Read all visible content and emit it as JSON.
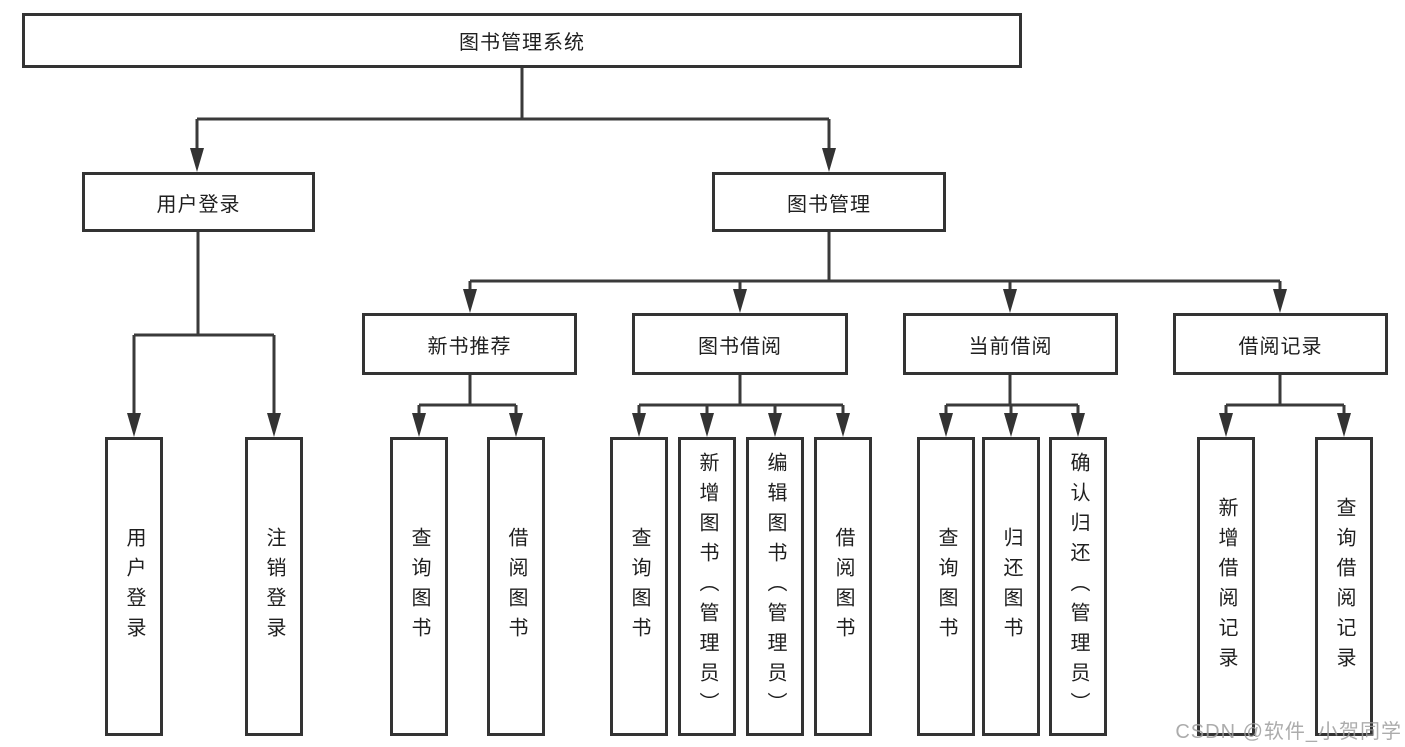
{
  "diagram": {
    "title_node": {
      "label": "图书管理系统"
    },
    "level2": [
      {
        "label": "用户登录"
      },
      {
        "label": "图书管理"
      }
    ],
    "level3": [
      {
        "label": "新书推荐"
      },
      {
        "label": "图书借阅"
      },
      {
        "label": "当前借阅"
      },
      {
        "label": "借阅记录"
      }
    ],
    "leaves": [
      {
        "label": "用户登录",
        "parent": "用户登录"
      },
      {
        "label": "注销登录",
        "parent": "用户登录"
      },
      {
        "label": "查询图书",
        "parent": "新书推荐"
      },
      {
        "label": "借阅图书",
        "parent": "新书推荐"
      },
      {
        "label": "查询图书",
        "parent": "图书借阅"
      },
      {
        "label": "新增图书（管理员）",
        "parent": "图书借阅"
      },
      {
        "label": "编辑图书（管理员）",
        "parent": "图书借阅"
      },
      {
        "label": "借阅图书",
        "parent": "图书借阅"
      },
      {
        "label": "查询图书",
        "parent": "当前借阅"
      },
      {
        "label": "归还图书",
        "parent": "当前借阅"
      },
      {
        "label": "确认归还（管理员）",
        "parent": "当前借阅"
      },
      {
        "label": "新增借阅记录",
        "parent": "借阅记录"
      },
      {
        "label": "查询借阅记录",
        "parent": "借阅记录"
      }
    ],
    "colors": {
      "box_border": "#333333",
      "connector_line": "#3a3a3a",
      "text": "#1f1f1f",
      "background": "#ffffff",
      "watermark_text": "#9e9e9e"
    }
  },
  "watermark": {
    "text": "CSDN @软件_小贺同学"
  }
}
